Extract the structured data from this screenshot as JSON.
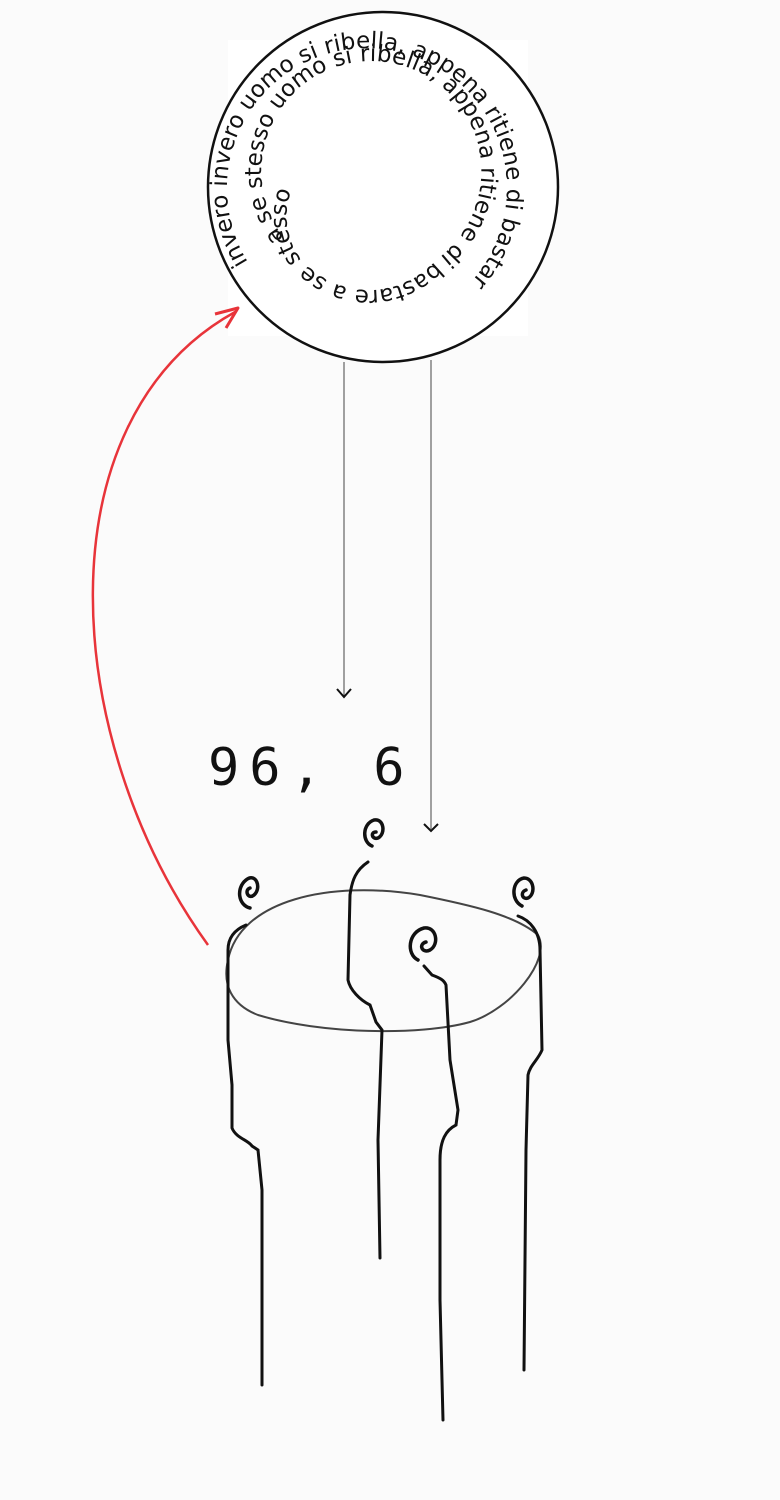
{
  "spiral_text": {
    "outer": "invero invero uomo si ribella, appena ritiene di bastare a se stesso",
    "inner": "a se stesso uomo si ribella, appena ritiene di bastare a se stesso"
  },
  "number_label": "96, 6",
  "colors": {
    "ink": "#111111",
    "arrow_red": "#e8343a",
    "circle_fill": "#ffffff",
    "background": "#fbfbfb"
  },
  "icons": {
    "arrowhead": "chevron-down-icon",
    "curls": "spiral-curl-icon"
  }
}
